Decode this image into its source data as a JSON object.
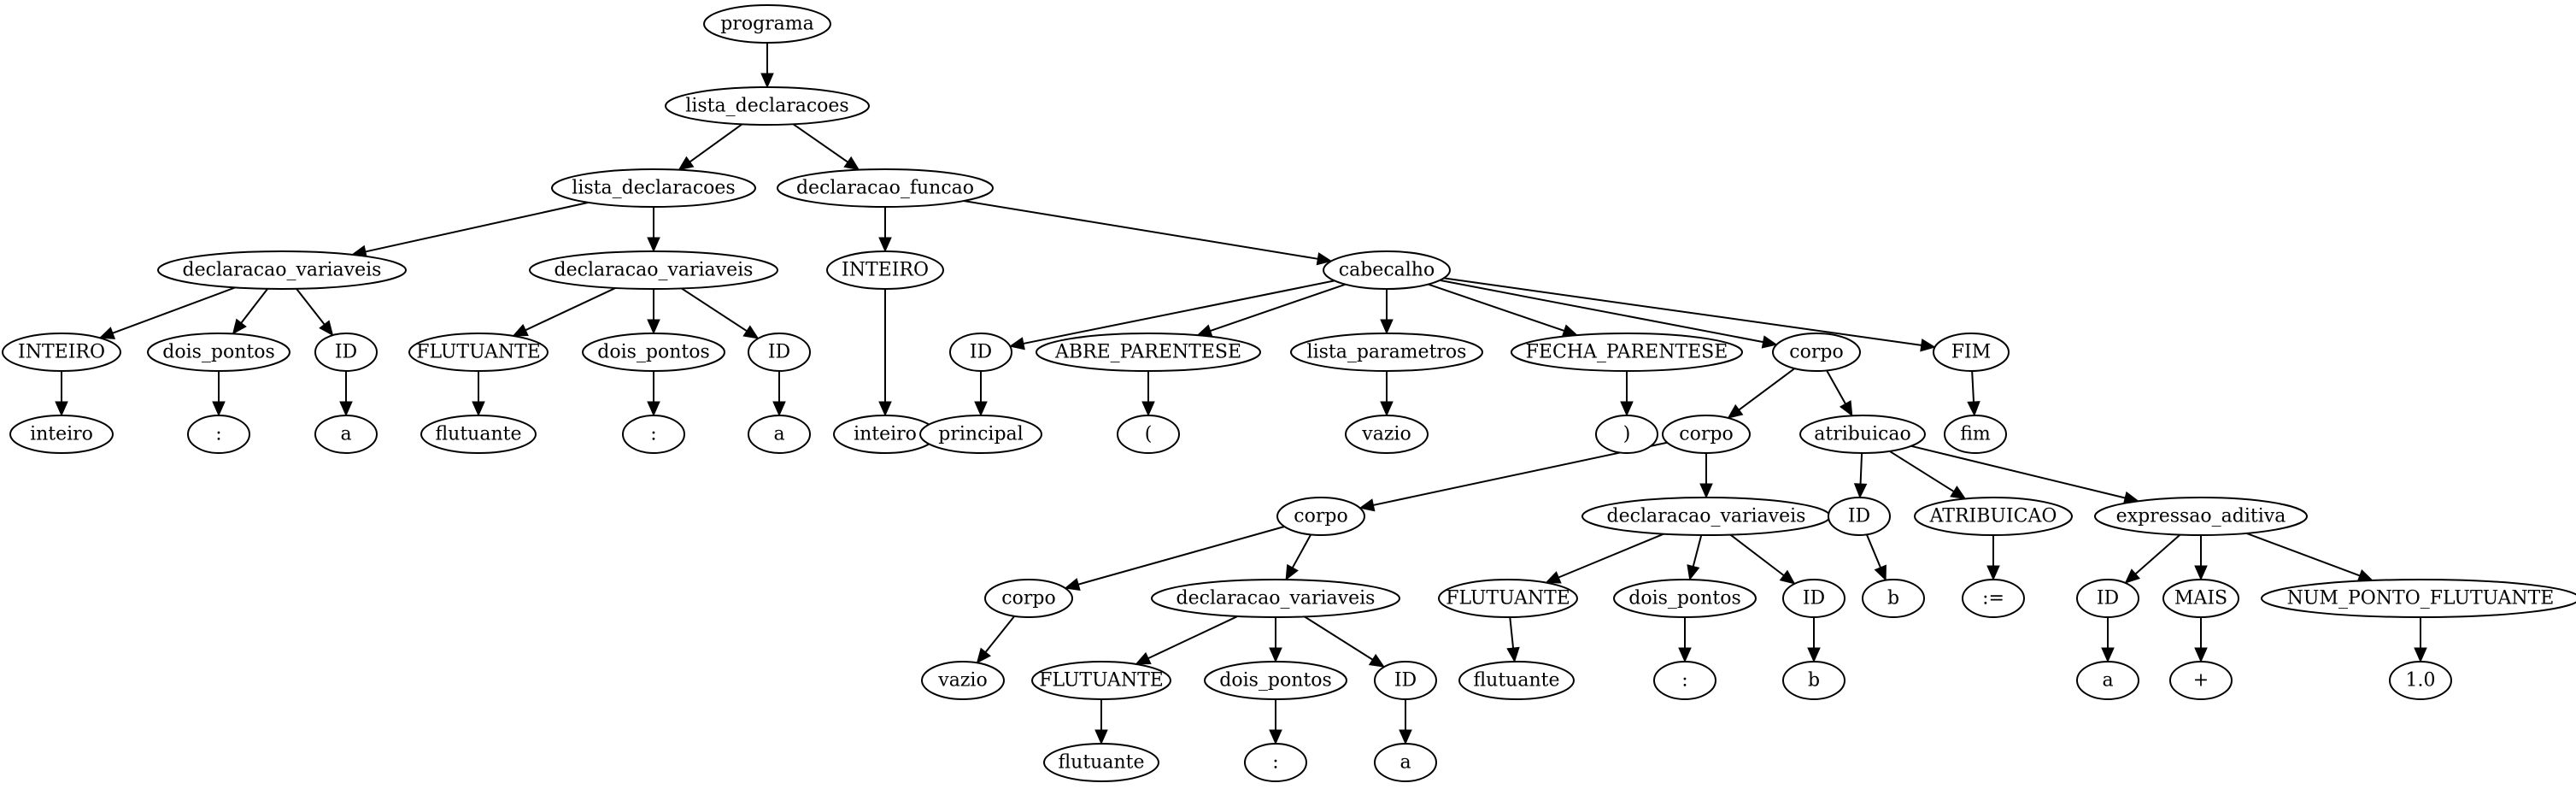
{
  "tree": {
    "nodes": [
      {
        "id": "n0",
        "label": "programa"
      },
      {
        "id": "n1",
        "label": "lista_declaracoes"
      },
      {
        "id": "n2",
        "label": "lista_declaracoes"
      },
      {
        "id": "n3",
        "label": "declaracao_funcao"
      },
      {
        "id": "n4",
        "label": "declaracao_variaveis"
      },
      {
        "id": "n5",
        "label": "declaracao_variaveis"
      },
      {
        "id": "n6",
        "label": "INTEIRO"
      },
      {
        "id": "n7",
        "label": "cabecalho"
      },
      {
        "id": "n8",
        "label": "INTEIRO"
      },
      {
        "id": "n9",
        "label": "dois_pontos"
      },
      {
        "id": "n10",
        "label": "ID"
      },
      {
        "id": "n11",
        "label": "FLUTUANTE"
      },
      {
        "id": "n12",
        "label": "dois_pontos"
      },
      {
        "id": "n13",
        "label": "ID"
      },
      {
        "id": "n14",
        "label": "inteiro"
      },
      {
        "id": "n15",
        "label": "ID"
      },
      {
        "id": "n16",
        "label": "ABRE_PARENTESE"
      },
      {
        "id": "n17",
        "label": "lista_parametros"
      },
      {
        "id": "n18",
        "label": "FECHA_PARENTESE"
      },
      {
        "id": "n19",
        "label": "corpo"
      },
      {
        "id": "n20",
        "label": "FIM"
      },
      {
        "id": "n21",
        "label": "inteiro"
      },
      {
        "id": "n22",
        "label": ":"
      },
      {
        "id": "n23",
        "label": "a"
      },
      {
        "id": "n24",
        "label": "flutuante"
      },
      {
        "id": "n25",
        "label": ":"
      },
      {
        "id": "n26",
        "label": "a"
      },
      {
        "id": "n27",
        "label": "principal"
      },
      {
        "id": "n28",
        "label": "("
      },
      {
        "id": "n29",
        "label": "vazio"
      },
      {
        "id": "n30",
        "label": ")"
      },
      {
        "id": "n31",
        "label": "corpo"
      },
      {
        "id": "n32",
        "label": "atribuicao"
      },
      {
        "id": "n33",
        "label": "fim"
      },
      {
        "id": "n34",
        "label": "corpo"
      },
      {
        "id": "n35",
        "label": "declaracao_variaveis"
      },
      {
        "id": "n36",
        "label": "ID"
      },
      {
        "id": "n37",
        "label": "ATRIBUICAO"
      },
      {
        "id": "n38",
        "label": "expressao_aditiva"
      },
      {
        "id": "n39",
        "label": "corpo"
      },
      {
        "id": "n40",
        "label": "declaracao_variaveis"
      },
      {
        "id": "n41",
        "label": "FLUTUANTE"
      },
      {
        "id": "n42",
        "label": "dois_pontos"
      },
      {
        "id": "n43",
        "label": "ID"
      },
      {
        "id": "n44",
        "label": "b"
      },
      {
        "id": "n45",
        "label": ":="
      },
      {
        "id": "n46",
        "label": "ID"
      },
      {
        "id": "n47",
        "label": "MAIS"
      },
      {
        "id": "n48",
        "label": "NUM_PONTO_FLUTUANTE"
      },
      {
        "id": "n49",
        "label": "vazio"
      },
      {
        "id": "n50",
        "label": "FLUTUANTE"
      },
      {
        "id": "n51",
        "label": "dois_pontos"
      },
      {
        "id": "n52",
        "label": "ID"
      },
      {
        "id": "n53",
        "label": "flutuante"
      },
      {
        "id": "n54",
        "label": ":"
      },
      {
        "id": "n55",
        "label": "b"
      },
      {
        "id": "n56",
        "label": "a"
      },
      {
        "id": "n57",
        "label": "+"
      },
      {
        "id": "n58",
        "label": "1.0"
      },
      {
        "id": "n59",
        "label": "flutuante"
      },
      {
        "id": "n60",
        "label": ":"
      },
      {
        "id": "n61",
        "label": "a"
      }
    ],
    "edges": [
      [
        "n0",
        "n1"
      ],
      [
        "n1",
        "n2"
      ],
      [
        "n1",
        "n3"
      ],
      [
        "n2",
        "n4"
      ],
      [
        "n2",
        "n5"
      ],
      [
        "n3",
        "n6"
      ],
      [
        "n3",
        "n7"
      ],
      [
        "n4",
        "n8"
      ],
      [
        "n4",
        "n9"
      ],
      [
        "n4",
        "n10"
      ],
      [
        "n5",
        "n11"
      ],
      [
        "n5",
        "n12"
      ],
      [
        "n5",
        "n13"
      ],
      [
        "n6",
        "n14"
      ],
      [
        "n7",
        "n15"
      ],
      [
        "n7",
        "n16"
      ],
      [
        "n7",
        "n17"
      ],
      [
        "n7",
        "n18"
      ],
      [
        "n7",
        "n19"
      ],
      [
        "n7",
        "n20"
      ],
      [
        "n8",
        "n21"
      ],
      [
        "n9",
        "n22"
      ],
      [
        "n10",
        "n23"
      ],
      [
        "n11",
        "n24"
      ],
      [
        "n12",
        "n25"
      ],
      [
        "n13",
        "n26"
      ],
      [
        "n15",
        "n27"
      ],
      [
        "n16",
        "n28"
      ],
      [
        "n17",
        "n29"
      ],
      [
        "n18",
        "n30"
      ],
      [
        "n19",
        "n31"
      ],
      [
        "n19",
        "n32"
      ],
      [
        "n20",
        "n33"
      ],
      [
        "n31",
        "n34"
      ],
      [
        "n31",
        "n35"
      ],
      [
        "n32",
        "n36"
      ],
      [
        "n32",
        "n37"
      ],
      [
        "n32",
        "n38"
      ],
      [
        "n34",
        "n39"
      ],
      [
        "n34",
        "n40"
      ],
      [
        "n35",
        "n41"
      ],
      [
        "n35",
        "n42"
      ],
      [
        "n35",
        "n43"
      ],
      [
        "n36",
        "n44"
      ],
      [
        "n37",
        "n45"
      ],
      [
        "n38",
        "n46"
      ],
      [
        "n38",
        "n47"
      ],
      [
        "n38",
        "n48"
      ],
      [
        "n39",
        "n49"
      ],
      [
        "n40",
        "n50"
      ],
      [
        "n40",
        "n51"
      ],
      [
        "n40",
        "n52"
      ],
      [
        "n41",
        "n53"
      ],
      [
        "n42",
        "n54"
      ],
      [
        "n43",
        "n55"
      ],
      [
        "n46",
        "n56"
      ],
      [
        "n47",
        "n57"
      ],
      [
        "n48",
        "n58"
      ],
      [
        "n50",
        "n59"
      ],
      [
        "n51",
        "n60"
      ],
      [
        "n52",
        "n61"
      ]
    ]
  }
}
